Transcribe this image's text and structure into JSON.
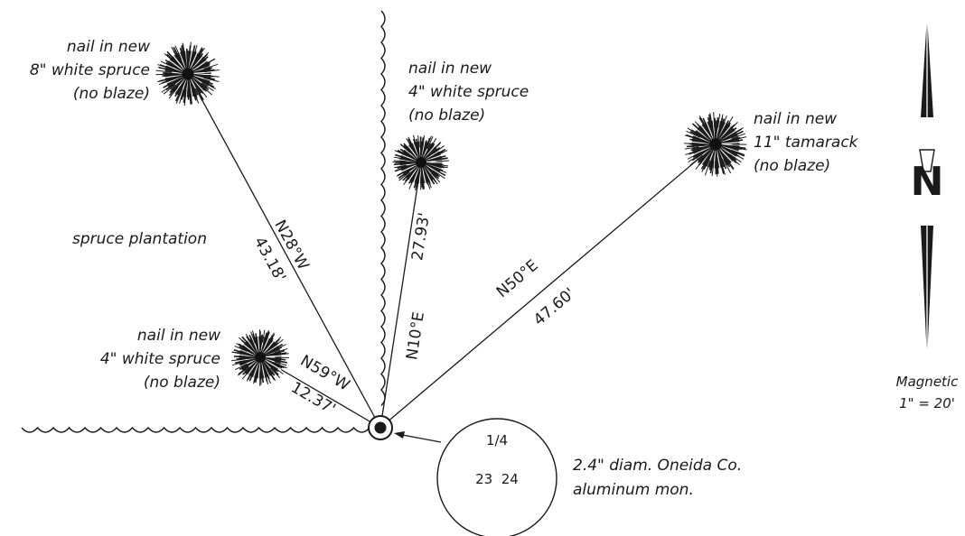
{
  "trees": [
    {
      "id": "tree-8in-spruce",
      "label_lines": [
        "nail in new",
        "8\" white spruce",
        "(no blaze)"
      ]
    },
    {
      "id": "tree-4in-spruce-top",
      "label_lines": [
        "nail in new",
        "4\" white spruce",
        "(no blaze)"
      ]
    },
    {
      "id": "tree-11in-tamarack",
      "label_lines": [
        "nail in new",
        "11\" tamarack",
        "(no blaze)"
      ]
    },
    {
      "id": "tree-4in-spruce-low",
      "label_lines": [
        "nail in new",
        "4\" white spruce",
        "(no blaze)"
      ]
    }
  ],
  "ties": [
    {
      "bearing": "N28°W",
      "distance": "43.18'"
    },
    {
      "bearing": "N10°E",
      "distance": "27.93'"
    },
    {
      "bearing": "N50°E",
      "distance": "47.60'"
    },
    {
      "bearing": "N59°W",
      "distance": "12.37'"
    }
  ],
  "area_label": "spruce plantation",
  "monument": {
    "detail_top": "1/4",
    "detail_bottom": "23  24",
    "description_lines": [
      "2.4\" diam. Oneida Co.",
      "aluminum mon."
    ]
  },
  "north_arrow": {
    "letter": "N",
    "caption_lines": [
      "Magnetic",
      "1\" = 20'"
    ]
  }
}
